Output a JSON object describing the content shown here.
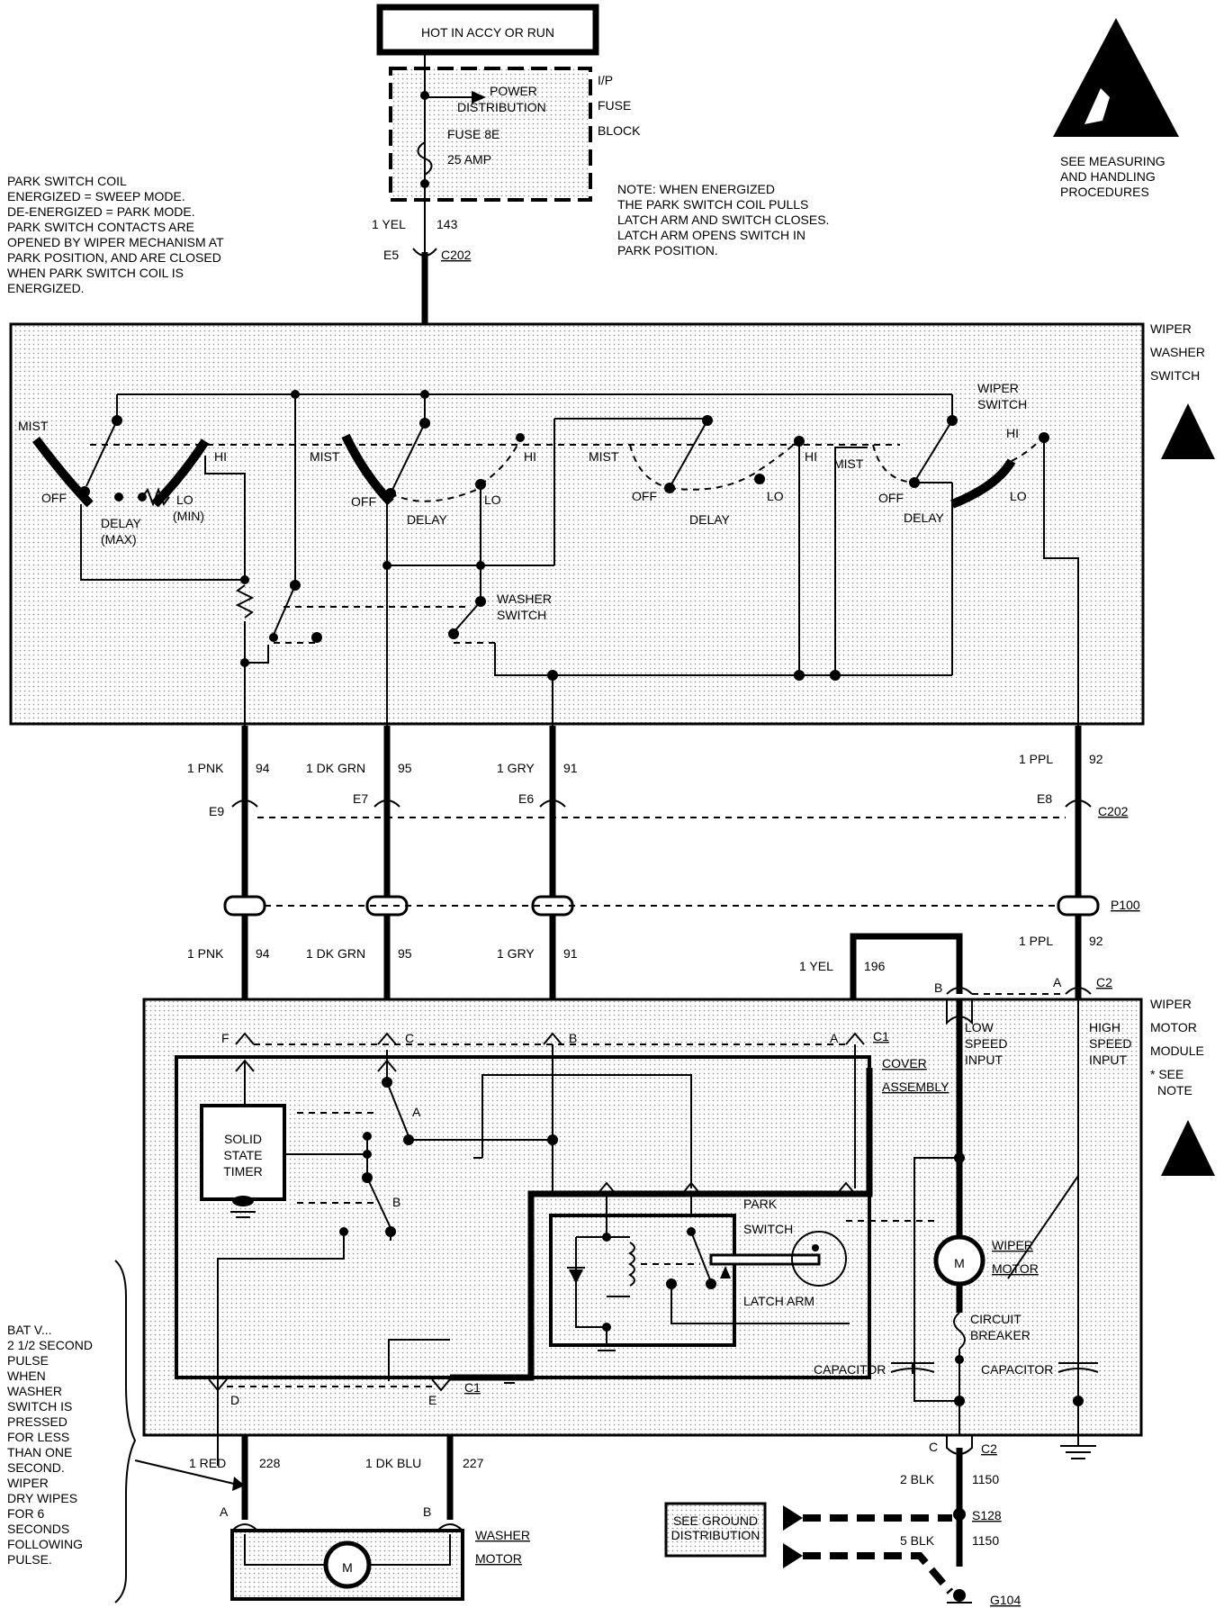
{
  "top": {
    "hot_label": "HOT IN ACCY OR RUN",
    "power_distribution": [
      "POWER",
      "DISTRIBUTION"
    ],
    "fuse": [
      "FUSE 8E",
      "25 AMP"
    ],
    "fuse_block": [
      "I/P",
      "FUSE",
      "BLOCK"
    ],
    "wire_size": "1 YEL",
    "wire_circuit": "143",
    "conn_pin": "E5",
    "conn_name": "C202"
  },
  "notes": {
    "park_coil": [
      "PARK SWITCH COIL",
      "ENERGIZED = SWEEP MODE.",
      "DE-ENERGIZED = PARK MODE.",
      "PARK SWITCH CONTACTS ARE",
      "OPENED BY WIPER MECHANISM AT",
      "PARK POSITION, AND ARE CLOSED",
      "WHEN PARK SWITCH COIL IS",
      "ENERGIZED."
    ],
    "energized": [
      "NOTE: WHEN ENERGIZED",
      "THE PARK SWITCH COIL PULLS",
      "LATCH ARM AND SWITCH CLOSES.",
      "LATCH ARM OPENS SWITCH IN",
      "PARK POSITION."
    ],
    "esd": [
      "SEE MEASURING",
      "AND HANDLING",
      "PROCEDURES"
    ],
    "pulse": [
      "BAT V...",
      "2 1/2 SECOND",
      "PULSE",
      "WHEN",
      "WASHER",
      "SWITCH IS",
      "PRESSED",
      "FOR LESS",
      "THAN ONE",
      "SECOND.",
      "WIPER",
      "DRY WIPES",
      "FOR 6",
      "SECONDS",
      "FOLLOWING",
      "PULSE."
    ]
  },
  "switch": {
    "title": [
      "WIPER",
      "WASHER",
      "SWITCH"
    ],
    "mist": "MIST",
    "off": "OFF",
    "delay": "DELAY",
    "delay_max": [
      "DELAY",
      "(MAX)"
    ],
    "lo_min": [
      "LO",
      "(MIN)"
    ],
    "lo": "LO",
    "hi": "HI",
    "wiper_switch": [
      "WIPER",
      "SWITCH"
    ],
    "washer_switch": [
      "WASHER",
      "SWITCH"
    ]
  },
  "wires": [
    {
      "size": "1 PNK",
      "circuit": "94",
      "pin": "E9"
    },
    {
      "size": "1 DK GRN",
      "circuit": "95",
      "pin": "E7"
    },
    {
      "size": "1 GRY",
      "circuit": "91",
      "pin": "E6"
    },
    {
      "size": "1 PPL",
      "circuit": "92",
      "pin": "E8"
    }
  ],
  "connectors": {
    "c202": "C202",
    "p100": "P100",
    "c1": "C1",
    "c2": "C2"
  },
  "module": {
    "title": [
      "WIPER",
      "MOTOR",
      "MODULE",
      "* SEE",
      "NOTE"
    ],
    "cover": [
      "COVER",
      "ASSEMBLY"
    ],
    "timer": [
      "SOLID",
      "STATE",
      "TIMER"
    ],
    "relay_a": "A",
    "relay_b": "B",
    "park_switch": [
      "PARK",
      "SWITCH"
    ],
    "latch_arm": "LATCH ARM",
    "low_speed": [
      "LOW",
      "SPEED",
      "INPUT"
    ],
    "high_speed": [
      "HIGH",
      "SPEED",
      "INPUT"
    ],
    "wiper_motor": [
      "WIPER",
      "MOTOR"
    ],
    "motor_symbol": "M",
    "circuit_breaker": [
      "CIRCUIT",
      "BREAKER"
    ],
    "capacitor": "CAPACITOR",
    "pins_c1": [
      "F",
      "C",
      "B",
      "A"
    ],
    "pins_c1_bottom": [
      "D",
      "E"
    ],
    "pins_c2": [
      "B",
      "A",
      "C"
    ]
  },
  "yel196": {
    "size": "1 YEL",
    "circuit": "196"
  },
  "washer": {
    "red": {
      "size": "1 RED",
      "circuit": "228"
    },
    "blu": {
      "size": "1 DK BLU",
      "circuit": "227"
    },
    "pin_a": "A",
    "pin_b": "B",
    "title": [
      "WASHER",
      "MOTOR"
    ],
    "motor_symbol": "M"
  },
  "ground": {
    "see": [
      "SEE GROUND",
      "DISTRIBUTION"
    ],
    "blk2": {
      "size": "2 BLK",
      "circuit": "1150"
    },
    "blk5": {
      "size": "5 BLK",
      "circuit": "1150"
    },
    "splice": "S128",
    "ground_point": "G104"
  }
}
